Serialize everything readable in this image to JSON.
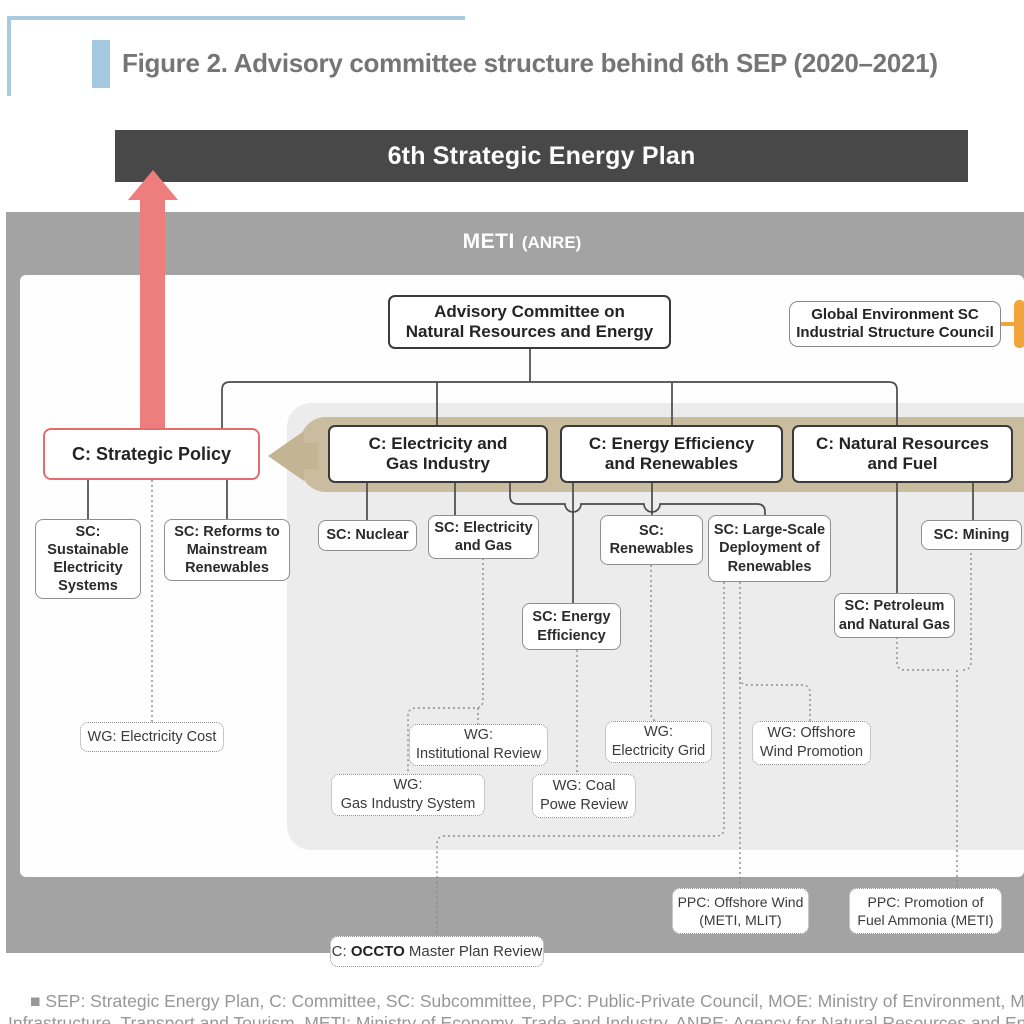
{
  "figure_title": "Figure 2. Advisory committee structure behind 6th SEP (2020–2021)",
  "banner": {
    "label": "6th Strategic Energy Plan"
  },
  "meti": {
    "name": "METI",
    "agency": "(ANRE)"
  },
  "nodes": {
    "advisory": [
      "Advisory Committee on",
      "Natural Resources and Energy"
    ],
    "global_env": [
      "Global Environment SC",
      "Industrial Structure Council"
    ],
    "strategic_policy": "C: Strategic Policy",
    "c_electricity_gas": [
      "C: Electricity and",
      "Gas Industry"
    ],
    "c_energy_efficiency": [
      "C: Energy Efficiency",
      "and Renewables"
    ],
    "c_natural_resources": [
      "C: Natural Resources",
      "and Fuel"
    ],
    "sc_sustainable": [
      "SC:",
      "Sustainable",
      "Electricity",
      "Systems"
    ],
    "sc_reforms": [
      "SC: Reforms to",
      "Mainstream",
      "Renewables"
    ],
    "sc_nuclear": "SC: Nuclear",
    "sc_electricity_gas": [
      "SC: Electricity",
      "and Gas"
    ],
    "sc_renewables": [
      "SC:",
      "Renewables"
    ],
    "sc_large_scale": [
      "SC: Large-Scale",
      "Deployment of",
      "Renewables"
    ],
    "sc_mining": "SC: Mining",
    "sc_energy_efficiency": [
      "SC: Energy",
      "Efficiency"
    ],
    "sc_petroleum": [
      "SC: Petroleum",
      "and Natural Gas"
    ],
    "wg_electricity_cost": "WG: Electricity Cost",
    "wg_institutional": [
      "WG:",
      "Institutional Review"
    ],
    "wg_electricity_grid": [
      "WG:",
      "Electricity Grid"
    ],
    "wg_offshore_wind": [
      "WG: Offshore",
      "Wind Promotion"
    ],
    "wg_gas_industry": [
      "WG:",
      "Gas Industry System"
    ],
    "wg_coal_power": [
      "WG: Coal",
      "Powe Review"
    ],
    "ppc_offshore_wind": [
      "PPC: Offshore Wind",
      "(METI, MLIT)"
    ],
    "ppc_fuel_ammonia": [
      "PPC: Promotion of",
      "Fuel Ammonia (METI)"
    ],
    "occto": {
      "prefix": "C: ",
      "bold": "OCCTO",
      "suffix": " Master Plan Review"
    }
  },
  "footer": {
    "line1": "■ SEP: Strategic Energy Plan,  C: Committee,  SC: Subcommittee,  PPC: Public-Private Council,  MOE: Ministry of Environment,  MLIT: Ministry of Land,",
    "line2": "Infrastructure, Transport and Tourism, METI: Ministry of Economy, Trade and Industry, ANRE: Agency for Natural Resources and Energy"
  },
  "colors": {
    "accent_blue": "#a3c8e2",
    "banner_bg": "#484848",
    "meti_bg": "#a3a3a3",
    "panel_gray": "#ececec",
    "tan_band": "#cabc9e",
    "red_arrow": "#ee7d7d",
    "red_border": "#e36d6d",
    "orange_connector": "#f2a43c"
  }
}
